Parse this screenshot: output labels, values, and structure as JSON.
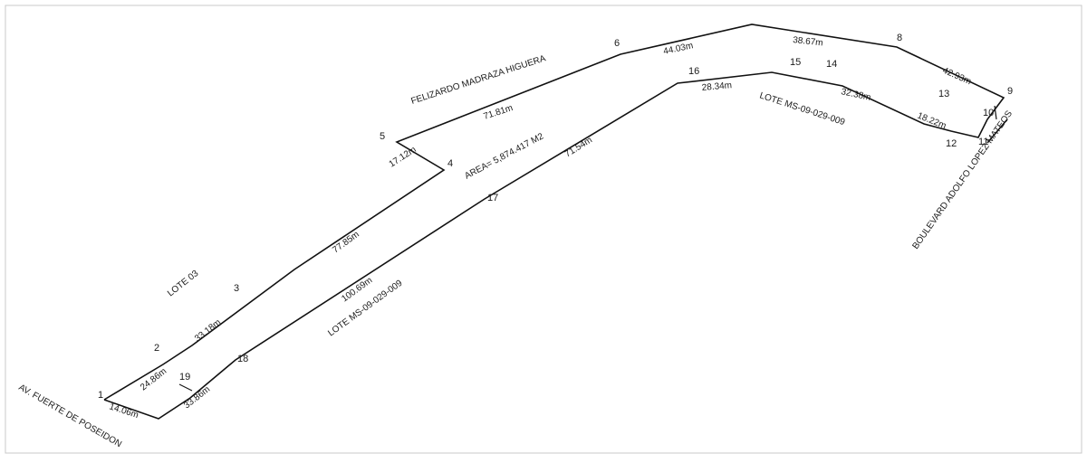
{
  "diagram": {
    "points": {
      "p1": "1",
      "p2": "2",
      "p3": "3",
      "p5": "5",
      "p4": "4",
      "p6": "6",
      "p8": "8",
      "p9": "9",
      "p10": "10",
      "p11": "11",
      "p12": "12",
      "p13": "13",
      "p14": "14",
      "p15": "15",
      "p16": "16",
      "p17": "17",
      "p18": "18",
      "p19": "19"
    },
    "distances": {
      "d1_2": "24.86m",
      "d2_3": "33.18m",
      "d3_4": "77.85m",
      "d5_4": "17.12m",
      "d5_6": "71.81m",
      "d6_7": "44.03m",
      "d7_8": "38.67m",
      "d8_9": "42.93m",
      "d12_13": "18.22m",
      "d13_15": "32.38m",
      "d15_16": "28.34m",
      "d16_17": "71.54m",
      "d17_18": "100.69m",
      "d18_19": "33.86m",
      "d1_19": "14.06m"
    },
    "labels": {
      "owner_north": "FELIZARDO MADRAZA HIGUERA",
      "area": "AREA= 5,874.417 M2",
      "lote_left": "LOTE 03",
      "lote_lower": "LOTE MS-09-029-009",
      "lote_right": "LOTE MS-09-029-009",
      "street_right": "BOULEVARD ADOLFO LOPEZ MATEOS",
      "street_left": "AV. FUERTE DE POSEIDON"
    }
  }
}
